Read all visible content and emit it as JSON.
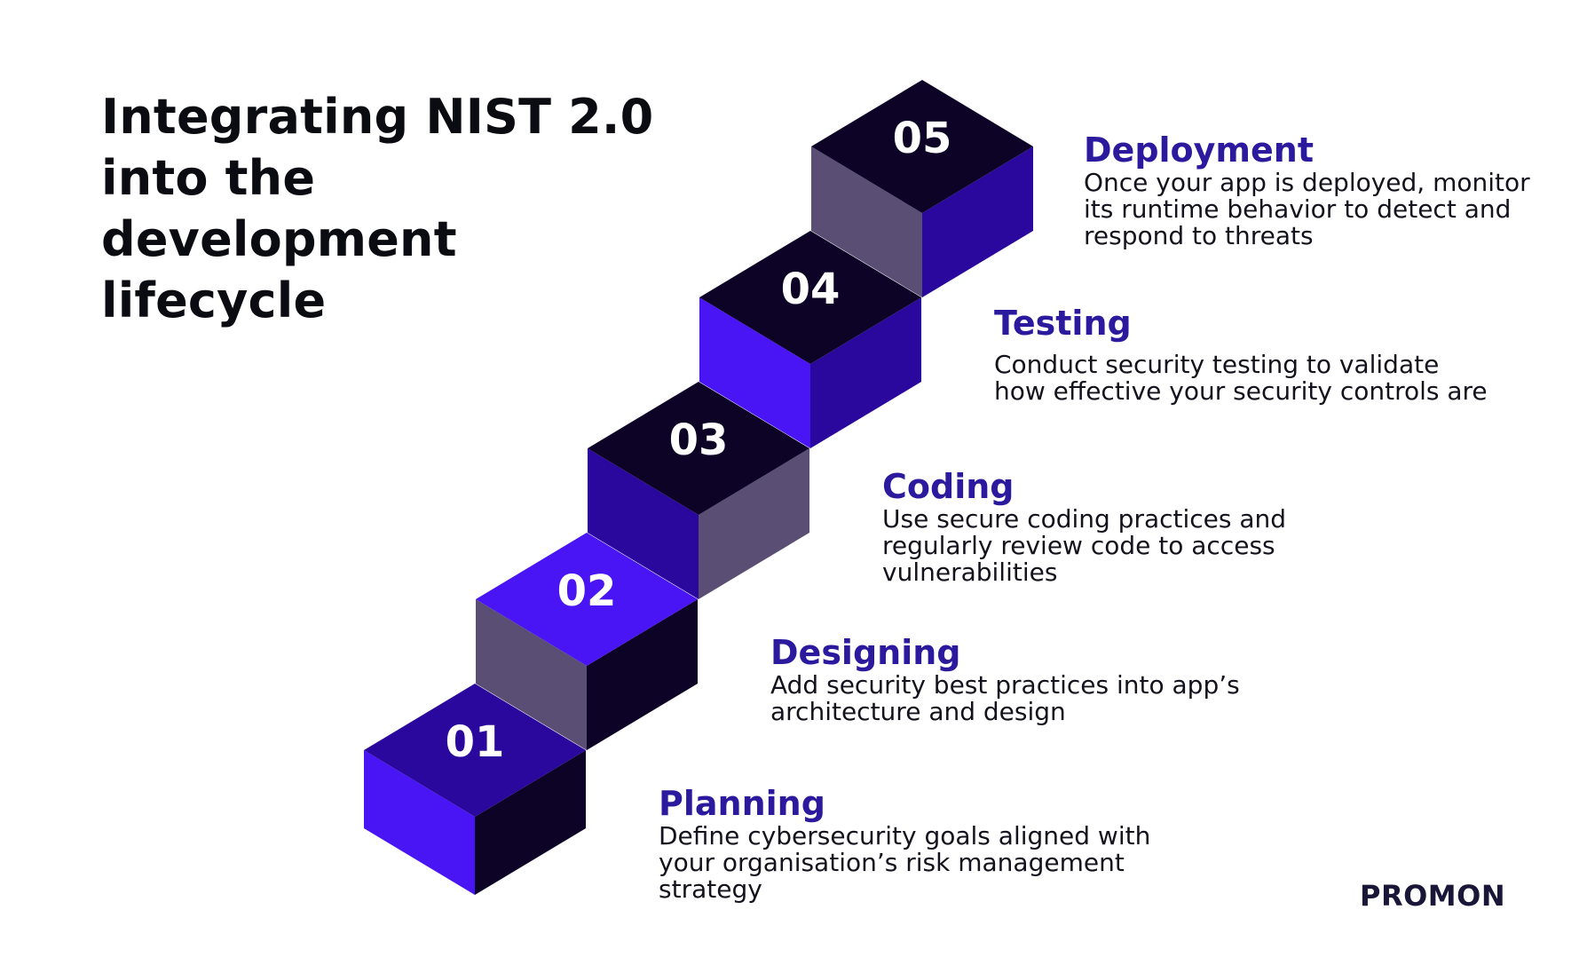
{
  "title": "Integrating NIST 2.0 into the development lifecycle",
  "colors": {
    "violet": "#4a15f5",
    "indigo": "#2a079d",
    "navy": "#0d0326",
    "slate": "#5a4e74",
    "heading": "#2b1a9e"
  },
  "steps": [
    {
      "number": "01",
      "title": "Planning",
      "description": "Define cybersecurity goals aligned with your organisation’s risk management strategy"
    },
    {
      "number": "02",
      "title": "Designing",
      "description": "Add security best practices into app’s architecture and design"
    },
    {
      "number": "03",
      "title": "Coding",
      "description": "Use secure coding practices and regularly review code to access vulnerabilities"
    },
    {
      "number": "04",
      "title": "Testing",
      "description": "Conduct security testing to validate how effective your security controls are"
    },
    {
      "number": "05",
      "title": "Deployment",
      "description": "Once your app is deployed, monitor its runtime behavior to detect and respond to threats"
    }
  ],
  "logo": "PROMON"
}
